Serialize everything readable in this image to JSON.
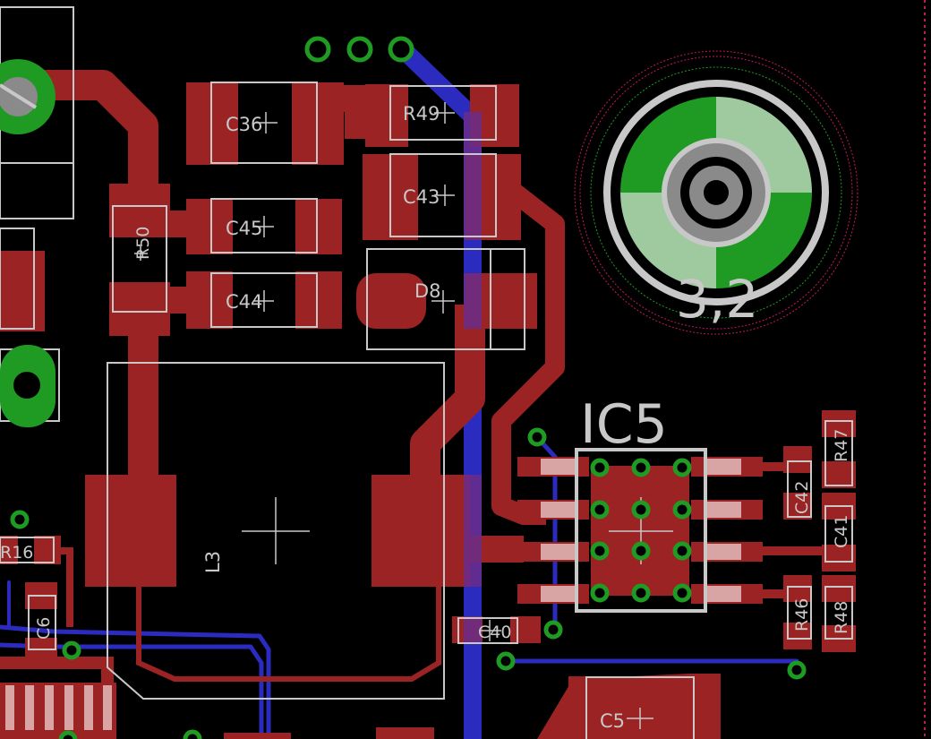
{
  "board": {
    "colors": {
      "background": "#000000",
      "top_copper": "#9b2323",
      "bottom_copper": "#2b2bc0",
      "via_ring": "#1f9a22",
      "silkscreen": "#c8c8c8",
      "keepout_ring": "#c2185b"
    },
    "components": {
      "c36": "C36",
      "c45": "C45",
      "c44": "C44",
      "r49": "R49",
      "c43": "C43",
      "d8": "D8",
      "r50": "R50",
      "l3": "L3",
      "ic5": "IC5",
      "r47": "R47",
      "c42": "C42",
      "c41": "C41",
      "r46a": "R46",
      "r48": "R48",
      "c40": "C40",
      "c5": "C5",
      "c6": "C6",
      "r16": "R16",
      "mount_hole": "3,2"
    }
  }
}
